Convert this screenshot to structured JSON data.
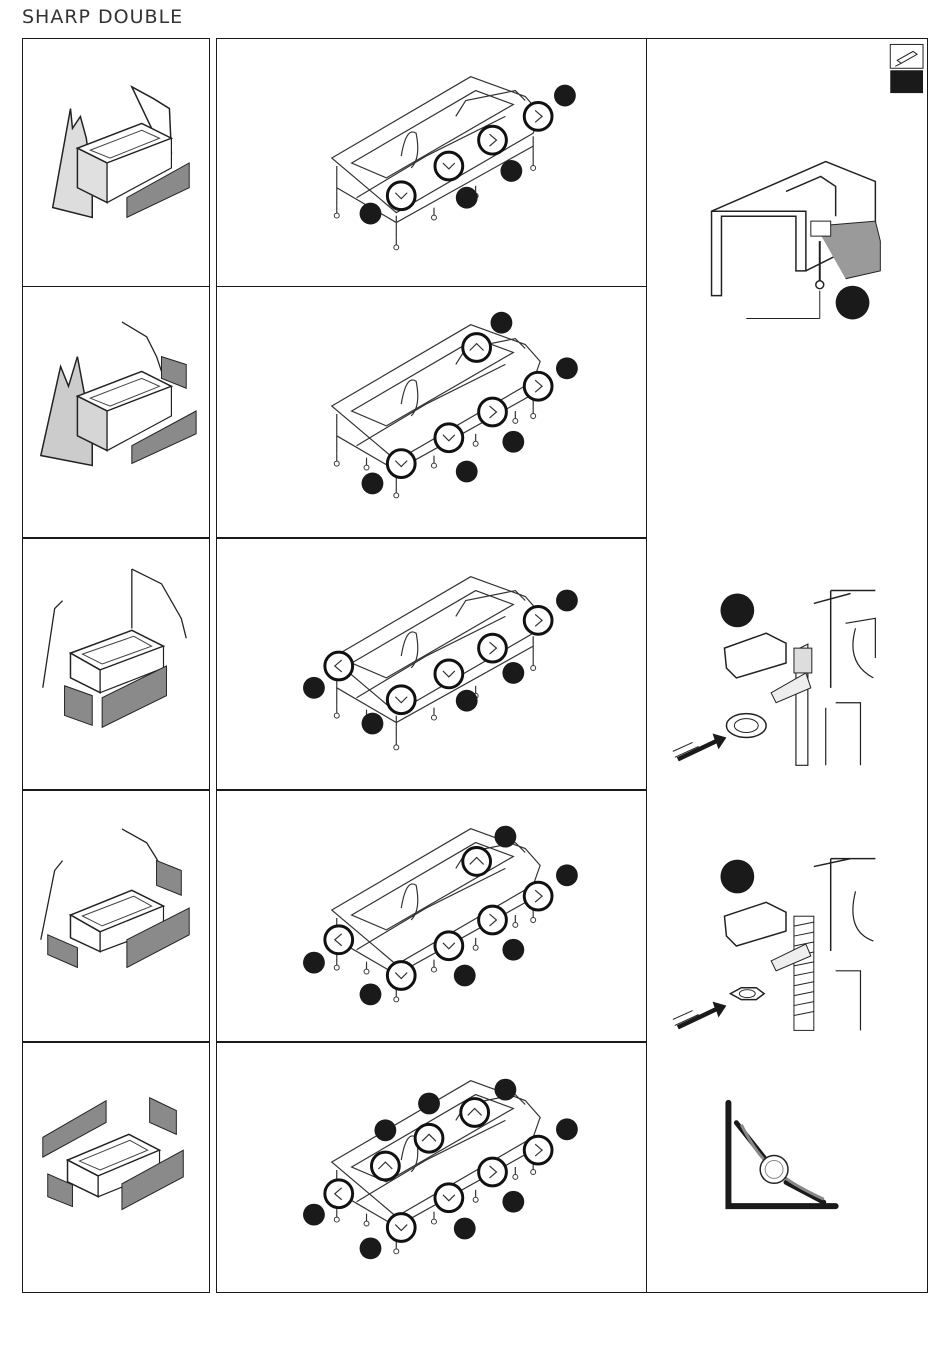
{
  "header": {
    "title": "SHARP DOUBLE"
  },
  "rows": [
    {
      "id": 1,
      "panels": 1,
      "markers": 5
    },
    {
      "id": 2,
      "panels": 2,
      "markers": 6
    },
    {
      "id": 3,
      "panels": 2,
      "markers": 6
    },
    {
      "id": 4,
      "panels": 3,
      "markers": 7
    },
    {
      "id": 5,
      "panels": 4,
      "markers": 9
    }
  ],
  "details": {
    "tool_icon": "screwdriver-icon",
    "steps": [
      "screw-fixing",
      "clip-ring",
      "lock-nut",
      "corner-seal"
    ]
  }
}
